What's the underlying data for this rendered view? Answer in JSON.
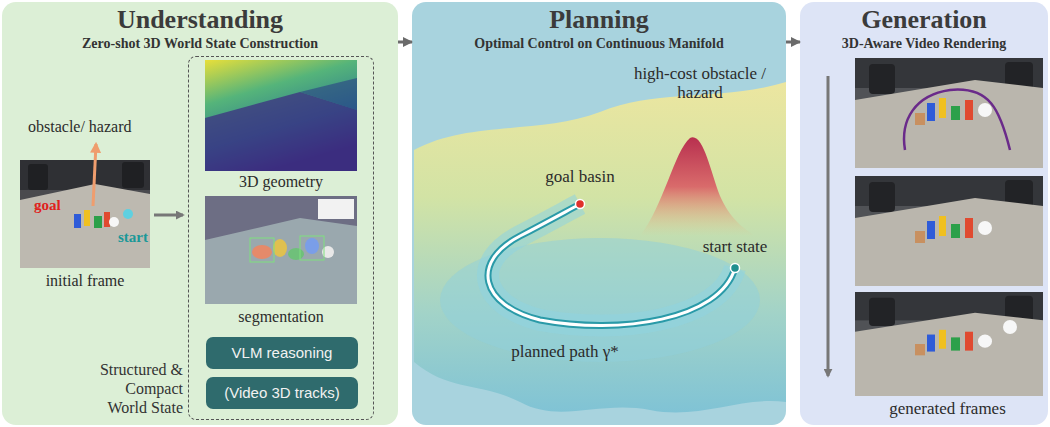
{
  "diagram": {
    "nodes": [
      {
        "text": [
          "Understanding",
          "Zero-shot 3D World State Construction"
        ]
      },
      {
        "text": [
          "Planning",
          "Optimal Control on Continuous Manifold"
        ]
      },
      {
        "text": [
          "Generation",
          "3D-Aware Video Rendering"
        ]
      },
      {
        "text": [
          "Structured & Compact World State"
        ],
        "in": 0
      },
      {
        "text": [
          "VLM reasoning"
        ],
        "in": 3
      },
      {
        "text": [
          "(Video 3D tracks)"
        ],
        "in": 3
      }
    ],
    "edges": [
      {
        "from": 0,
        "to": 1,
        "arrow": "to"
      },
      {
        "from": 1,
        "to": 2,
        "arrow": "to"
      }
    ],
    "labels": [
      "obstacle/ hazard",
      "goal",
      "start",
      "initial frame",
      "3D geometry",
      "segmentation",
      "high-cost obstacle / hazard",
      "goal basin",
      "start state",
      "planned path γ*",
      "generated frames"
    ]
  }
}
